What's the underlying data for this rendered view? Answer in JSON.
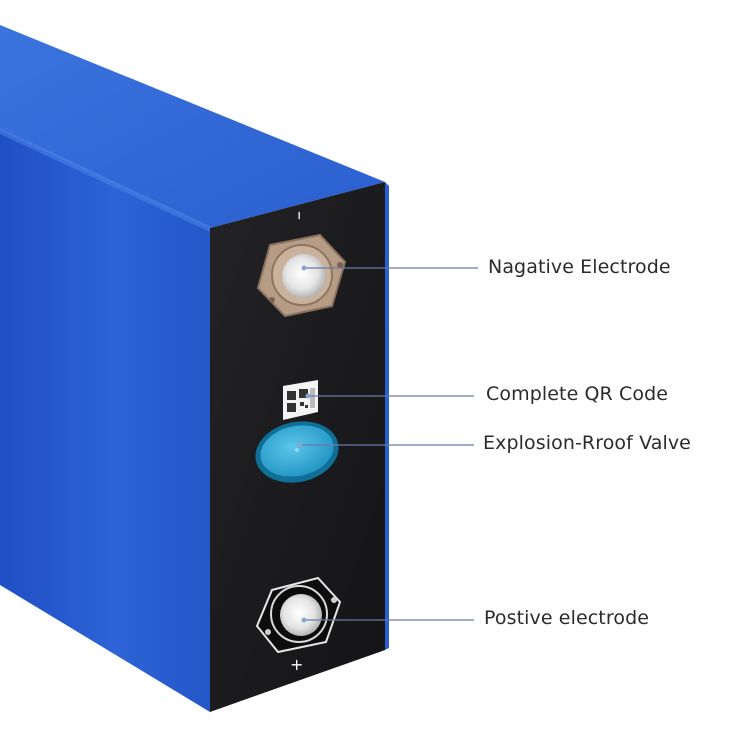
{
  "labels": {
    "negative": "Nagative Electrode",
    "qr": "Complete QR Code",
    "valve": "Explosion-Rroof Valve",
    "positive": "Postive electrode"
  },
  "terminal_marks": {
    "negative": "–",
    "positive": "+"
  },
  "colors": {
    "casing_blue": "#2a5fd0",
    "terminal_panel": "#1c1c1f",
    "valve_cyan": "#2aa6d2",
    "leader_line": "#6b7aa8"
  }
}
